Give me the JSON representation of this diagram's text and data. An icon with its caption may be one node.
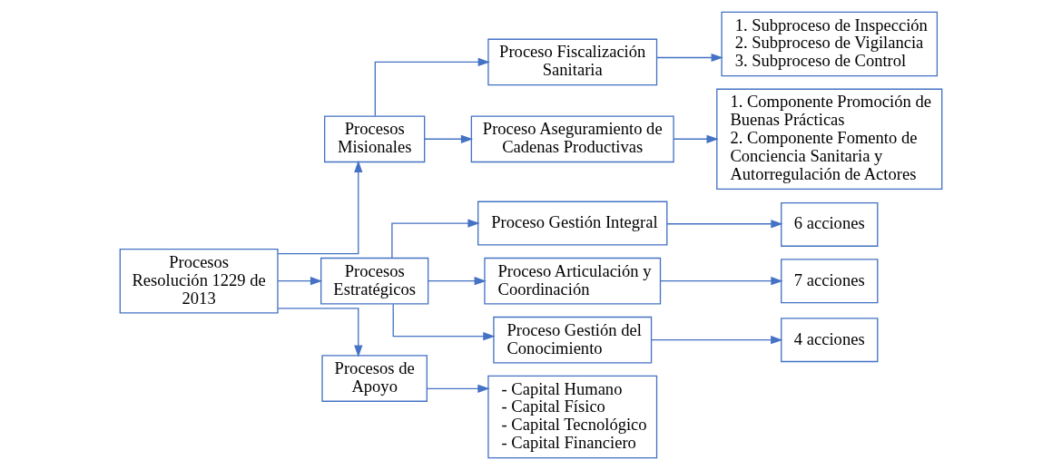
{
  "diagram": {
    "nodes": [
      {
        "text": [
          "Procesos Resolución 1229 de 2013"
        ]
      },
      {
        "text": [
          "Procesos Misionales"
        ]
      },
      {
        "text": [
          "Procesos Estratégicos"
        ]
      },
      {
        "text": [
          "Procesos de Apoyo"
        ]
      },
      {
        "text": [
          "Proceso Fiscalización Sanitaria"
        ]
      },
      {
        "text": [
          "Proceso Aseguramiento de Cadenas Productivas"
        ]
      },
      {
        "text": [
          "Proceso Gestión Integral"
        ]
      },
      {
        "text": [
          "Proceso Articulación y Coordinación"
        ]
      },
      {
        "text": [
          "Proceso Gestión del Conocimiento"
        ]
      },
      {
        "text": [
          "- Capital Humano",
          "- Capital Físico",
          "- Capital Tecnológico",
          "- Capital Financiero"
        ]
      },
      {
        "text": [
          "1. Subproceso de Inspección",
          "2. Subproceso de Vigilancia",
          "3. Subproceso de Control"
        ]
      },
      {
        "text": [
          "1. Componente Promoción de Buenas Prácticas",
          "2. Componente Fomento de Conciencia Sanitaria y Autorregulación de Actores"
        ]
      },
      {
        "text": [
          "6 acciones"
        ]
      },
      {
        "text": [
          "7 acciones"
        ]
      },
      {
        "text": [
          "4 acciones"
        ]
      }
    ],
    "edges": [
      {
        "from": 0,
        "to": 1,
        "arrow": "to"
      },
      {
        "from": 0,
        "to": 2,
        "arrow": "to"
      },
      {
        "from": 0,
        "to": 3,
        "arrow": "to"
      },
      {
        "from": 1,
        "to": 4,
        "arrow": "to"
      },
      {
        "from": 1,
        "to": 5,
        "arrow": "to"
      },
      {
        "from": 2,
        "to": 6,
        "arrow": "to"
      },
      {
        "from": 2,
        "to": 7,
        "arrow": "to"
      },
      {
        "from": 2,
        "to": 8,
        "arrow": "to"
      },
      {
        "from": 3,
        "to": 9,
        "arrow": "to"
      },
      {
        "from": 4,
        "to": 10,
        "arrow": "to"
      },
      {
        "from": 5,
        "to": 11,
        "arrow": "to"
      },
      {
        "from": 6,
        "to": 12,
        "arrow": "to"
      },
      {
        "from": 7,
        "to": 13,
        "arrow": "to"
      },
      {
        "from": 8,
        "to": 14,
        "arrow": "to"
      }
    ]
  }
}
